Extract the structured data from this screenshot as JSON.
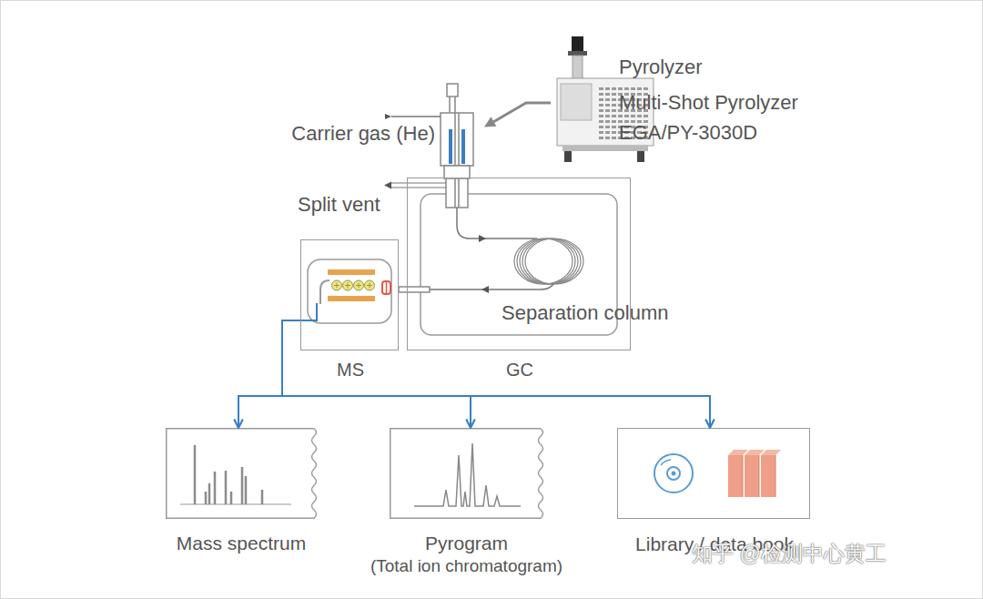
{
  "diagram": {
    "nodes": [
      {
        "text": [
          "MS"
        ]
      },
      {
        "text": [
          "GC"
        ]
      },
      {
        "text": [
          "Mass spectrum"
        ]
      },
      {
        "text": [
          "Pyrogram",
          "(Total ion chromatogram)"
        ]
      },
      {
        "text": [
          "Library / data book"
        ]
      }
    ],
    "edges": [
      {
        "from": 0,
        "to": 2,
        "arrow": "to"
      },
      {
        "from": 0,
        "to": 3,
        "arrow": "to"
      },
      {
        "from": 0,
        "to": 4,
        "arrow": "to"
      }
    ],
    "labels": [
      "Pyrolyzer",
      "Multi-Shot Pyrolyzer EGA/PY-3030D",
      "Carrier gas (He)",
      "Split vent",
      "Separation column",
      "知乎 @检测中心黄工"
    ]
  }
}
